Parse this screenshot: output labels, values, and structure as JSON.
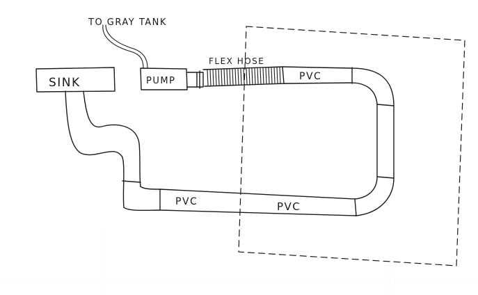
{
  "labels": {
    "to_gray_tank": "TO GRAY TANK",
    "sink": "SINK",
    "pump": "PUMP",
    "flex_hose": "FLEX HOSE",
    "pvc_top": "PVC",
    "pvc_bottom_left": "PVC",
    "pvc_bottom_right": "PVC"
  },
  "colors": {
    "ink": "#1a1a1a",
    "background": "#ffffff"
  }
}
